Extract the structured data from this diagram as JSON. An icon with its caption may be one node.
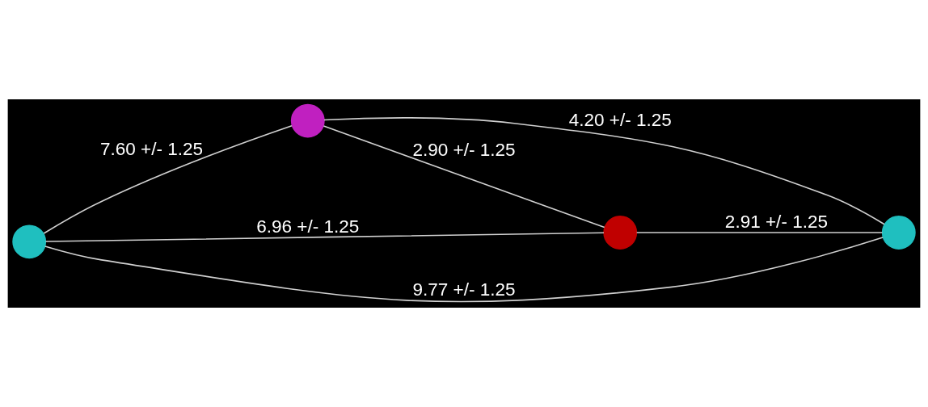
{
  "diagram": {
    "nodes": [
      {
        "text": [],
        "shape": "circle"
      },
      {
        "text": [],
        "shape": "circle"
      },
      {
        "text": [],
        "shape": "circle"
      },
      {
        "text": [],
        "shape": "circle"
      }
    ],
    "edges": [
      {
        "from": 0,
        "to": 1,
        "arrow": "none",
        "label": "7.60 +/- 1.25"
      },
      {
        "from": 1,
        "to": 2,
        "arrow": "none",
        "label": "2.90 +/- 1.25"
      },
      {
        "from": 1,
        "to": 3,
        "arrow": "none",
        "label": "4.20 +/- 1.25"
      },
      {
        "from": 0,
        "to": 2,
        "arrow": "none",
        "label": "6.96 +/- 1.25"
      },
      {
        "from": 0,
        "to": 3,
        "arrow": "none",
        "label": "9.77 +/- 1.25"
      },
      {
        "from": 2,
        "to": 3,
        "arrow": "none",
        "label": "2.91 +/- 1.25"
      }
    ]
  }
}
